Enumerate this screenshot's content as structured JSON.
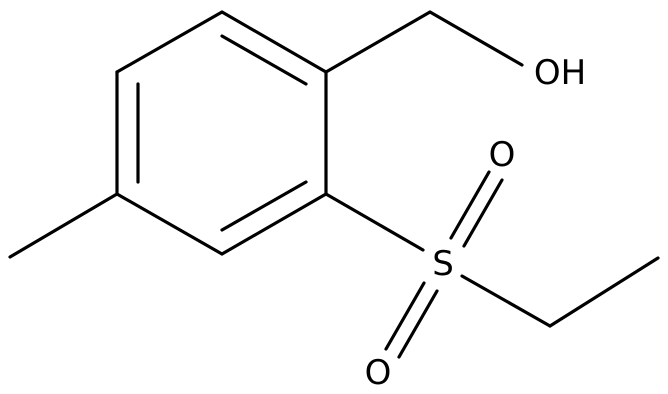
{
  "molecule": {
    "labels": {
      "hydroxyl": "OH",
      "sulfur": "S",
      "oxygen_top": "O",
      "oxygen_bottom": "O"
    },
    "colors": {
      "bond": "#000000",
      "text": "#000000",
      "background": "#ffffff"
    }
  }
}
